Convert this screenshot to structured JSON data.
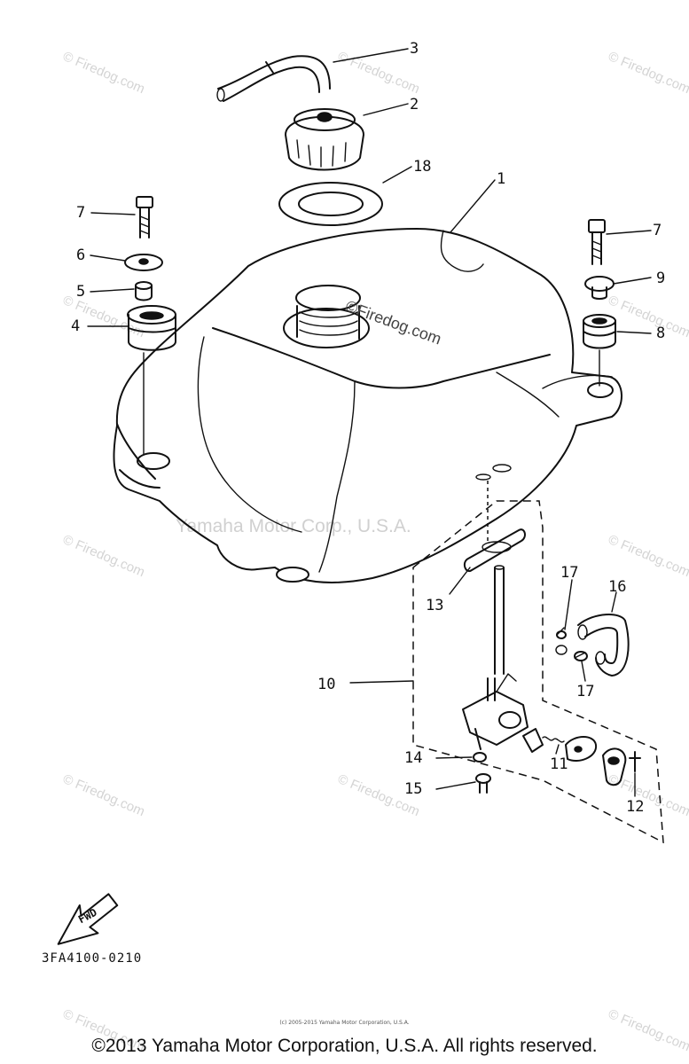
{
  "watermark": {
    "firedog": "© Firedog.com",
    "firedog_center": "©Firedog.com",
    "manufacturer": "Yamaha Motor Corp., U.S.A."
  },
  "parts": [
    {
      "id": "1",
      "label": "1"
    },
    {
      "id": "2",
      "label": "2"
    },
    {
      "id": "3",
      "label": "3"
    },
    {
      "id": "4",
      "label": "4"
    },
    {
      "id": "5",
      "label": "5"
    },
    {
      "id": "6",
      "label": "6"
    },
    {
      "id": "7a",
      "label": "7"
    },
    {
      "id": "7b",
      "label": "7"
    },
    {
      "id": "8",
      "label": "8"
    },
    {
      "id": "9",
      "label": "9"
    },
    {
      "id": "10",
      "label": "10"
    },
    {
      "id": "11",
      "label": "11"
    },
    {
      "id": "12",
      "label": "12"
    },
    {
      "id": "13",
      "label": "13"
    },
    {
      "id": "14",
      "label": "14"
    },
    {
      "id": "15",
      "label": "15"
    },
    {
      "id": "16",
      "label": "16"
    },
    {
      "id": "17a",
      "label": "17"
    },
    {
      "id": "17b",
      "label": "17"
    },
    {
      "id": "18",
      "label": "18"
    }
  ],
  "fwd_label": "FWD",
  "diagram_ref": "3FA4100-0210",
  "small_copyright": "(c) 2005-2015 Yamaha Motor Corporation, U.S.A.",
  "copyright": "©2013 Yamaha Motor Corporation, U.S.A. All rights reserved."
}
